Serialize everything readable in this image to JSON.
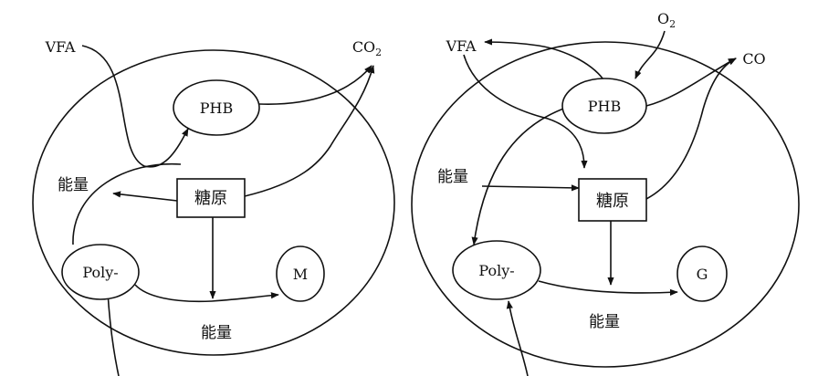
{
  "left_cycle": {
    "vfa": "VFA",
    "co2_main": "CO",
    "co2_sub": "2",
    "phb": "PHB",
    "energy_top": "能量",
    "glycogen": "糖原",
    "poly": "Poly-",
    "m": "M",
    "energy_bottom": "能量"
  },
  "right_cycle": {
    "vfa": "VFA",
    "o2_main": "O",
    "o2_sub": "2",
    "co": "CO",
    "phb": "PHB",
    "energy_top": "能量",
    "glycogen": "糖原",
    "poly": "Poly-",
    "g": "G",
    "energy_bottom": "能量"
  }
}
